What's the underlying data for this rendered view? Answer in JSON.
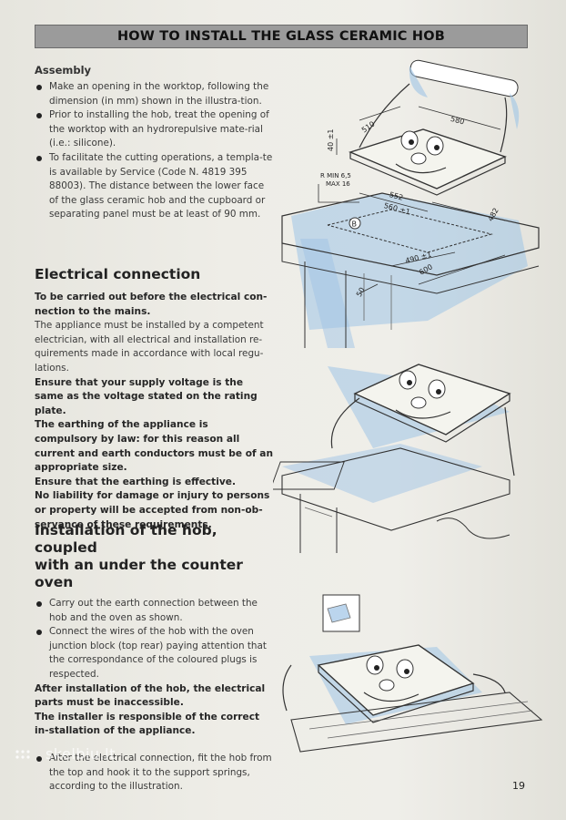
{
  "title": "HOW TO INSTALL THE GLASS CERAMIC HOB",
  "assembly": {
    "heading": "Assembly",
    "bullets": [
      "Make an opening in the worktop, following the dimension (in mm) shown in the illustra-tion.",
      "Prior to installing the hob, treat the opening of the worktop with an hydrorepulsive mate-rial (i.e.: silicone).",
      "To facilitate the cutting operations, a templa-te is available by Service (Code N. 4819 395 88003). The distance between the lower face of the glass ceramic hob and the cupboard or separating panel must be at least of 90 mm."
    ]
  },
  "electrical": {
    "heading": "Electrical connection",
    "lead_bold": "To be carried out before the electrical con-nection to the mains.",
    "para": "The appliance must be installed by a competent electrician, with all electrical and installation re-quirements made in accordance with local regu-lations.",
    "bold_lines": [
      "Ensure that your supply voltage is the same as the voltage stated on the rating plate.",
      "The earthing of the appliance is compulsory by law: for this reason all current and earth conductors must be of an appropriate size.",
      "Ensure that the earthing is effective.",
      "No liability for damage or injury to persons or property will be accepted from non-ob-servance of these requirements."
    ]
  },
  "oven": {
    "heading_line1": "Installation of the hob, coupled",
    "heading_line2": "with an under the counter oven",
    "bullets": [
      "Carry out the earth connection between the hob and the oven as shown.",
      "Connect the wires of the hob with the oven junction block (top rear) paying attention that the correspondance of the coloured plugs is respected."
    ],
    "bold_1": "After installation of the hob, the electrical parts must be inaccessible.",
    "bold_2": "The installer is responsible of the correct in-stallation of the appliance.",
    "final_bullet": "After the electrical connection, fit the hob from the top and hook it to the support springs, according to the illustration."
  },
  "dimensions": {
    "d40": "40 ±1",
    "d510": "510",
    "d580": "580",
    "rmin": "R MIN 6,5",
    "rmax": "MAX 16",
    "d552": "552",
    "d560": "560 ±1",
    "d482": "482",
    "b": "B",
    "d490": "490 ±1",
    "d600": "600",
    "d50": "50"
  },
  "page_number": "19",
  "watermark": "skelbiu.lt"
}
